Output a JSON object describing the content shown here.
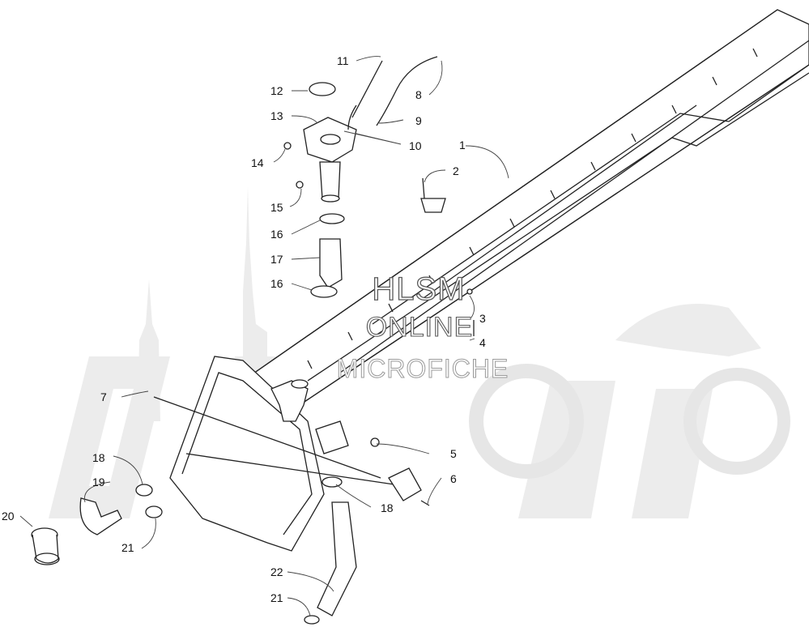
{
  "watermark": {
    "line1": "HLSM",
    "line2": "ONLINE",
    "line3": "MICROFICHE"
  },
  "callouts": [
    {
      "id": "c1",
      "label": "1"
    },
    {
      "id": "c2",
      "label": "2"
    },
    {
      "id": "c3",
      "label": "3"
    },
    {
      "id": "c4",
      "label": "4"
    },
    {
      "id": "c5",
      "label": "5"
    },
    {
      "id": "c6",
      "label": "6"
    },
    {
      "id": "c7",
      "label": "7"
    },
    {
      "id": "c8",
      "label": "8"
    },
    {
      "id": "c9",
      "label": "9"
    },
    {
      "id": "c10",
      "label": "10"
    },
    {
      "id": "c11",
      "label": "11"
    },
    {
      "id": "c12",
      "label": "12"
    },
    {
      "id": "c13",
      "label": "13"
    },
    {
      "id": "c14",
      "label": "14"
    },
    {
      "id": "c15",
      "label": "15"
    },
    {
      "id": "c16a",
      "label": "16"
    },
    {
      "id": "c16b",
      "label": "16"
    },
    {
      "id": "c17",
      "label": "17"
    },
    {
      "id": "c18a",
      "label": "18"
    },
    {
      "id": "c18b",
      "label": "18"
    },
    {
      "id": "c19",
      "label": "19"
    },
    {
      "id": "c20",
      "label": "20"
    },
    {
      "id": "c21a",
      "label": "21"
    },
    {
      "id": "c21b",
      "label": "21"
    },
    {
      "id": "c22",
      "label": "22"
    }
  ]
}
